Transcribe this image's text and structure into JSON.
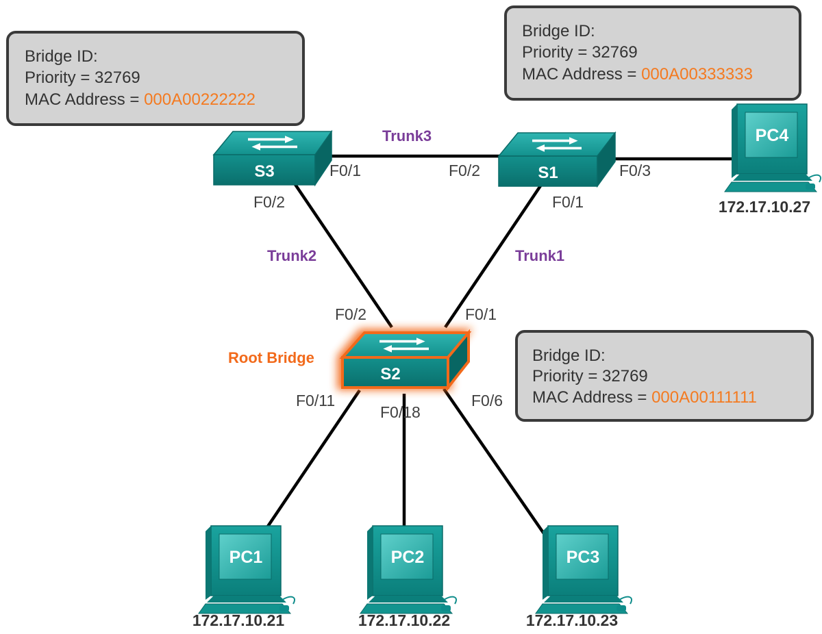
{
  "bridge_info_label": "Bridge ID:",
  "bridge_boxes": {
    "s3": {
      "line1": "Bridge ID:",
      "priority": "Priority = 32769",
      "mac_prefix": "MAC Address = ",
      "mac_value": "000A00222222"
    },
    "s1": {
      "line1": "Bridge ID:",
      "priority": "Priority = 32769",
      "mac_prefix": "MAC Address = ",
      "mac_value": "000A00333333"
    },
    "s2": {
      "line1": "Bridge ID:",
      "priority": "Priority = 32769",
      "mac_prefix": "MAC Address = ",
      "mac_value": "000A00111111"
    }
  },
  "switches": {
    "s1": "S1",
    "s2": "S2",
    "s3": "S3"
  },
  "root_bridge_label": "Root Bridge",
  "trunks": {
    "trunk1": "Trunk1",
    "trunk2": "Trunk2",
    "trunk3": "Trunk3"
  },
  "ports": {
    "s3_f01": "F0/1",
    "s3_f02": "F0/2",
    "s1_f02": "F0/2",
    "s1_f01": "F0/1",
    "s1_f03": "F0/3",
    "s2_f02": "F0/2",
    "s2_f01": "F0/1",
    "s2_f011": "F0/11",
    "s2_f018": "F0/18",
    "s2_f06": "F0/6"
  },
  "pcs": {
    "pc1": {
      "name": "PC1",
      "ip": "172.17.10.21"
    },
    "pc2": {
      "name": "PC2",
      "ip": "172.17.10.22"
    },
    "pc3": {
      "name": "PC3",
      "ip": "172.17.10.23"
    },
    "pc4": {
      "name": "PC4",
      "ip": "172.17.10.27"
    }
  },
  "colors": {
    "teal": "#0f8d8b",
    "mac_orange": "#f47a20",
    "trunk_purple": "#7a3d99",
    "root_glow": "#f26a1b",
    "box_fill": "#d3d3d3"
  }
}
